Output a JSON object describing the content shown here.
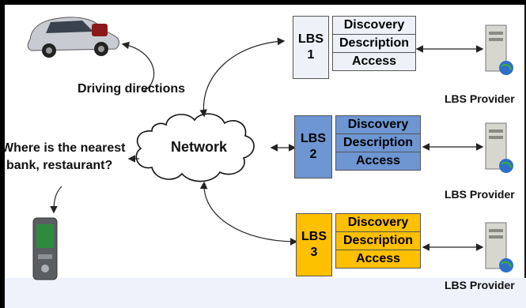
{
  "labels": {
    "driving_directions": "Driving directions",
    "question_line1": "Where is the nearest",
    "question_line2": "bank, restaurant?",
    "network": "Network"
  },
  "lbs_blocks": [
    {
      "id_line1": "LBS",
      "id_line2": "1",
      "layers": [
        "Discovery",
        "Description",
        "Access"
      ],
      "provider": "LBS Provider",
      "color": "#eef2f8",
      "text_color": "#111111"
    },
    {
      "id_line1": "LBS",
      "id_line2": "2",
      "layers": [
        "Discovery",
        "Description",
        "Access"
      ],
      "provider": "LBS Provider",
      "color": "#6d96d2",
      "text_color": "#111111"
    },
    {
      "id_line1": "LBS",
      "id_line2": "3",
      "layers": [
        "Discovery",
        "Description",
        "Access"
      ],
      "provider": "LBS Provider",
      "color": "#ffc000",
      "text_color": "#111111"
    }
  ],
  "icons": {
    "car": "car-icon",
    "phone": "mobile-phone-icon",
    "server": "server-globe-icon",
    "cloud": "network-cloud-icon"
  }
}
